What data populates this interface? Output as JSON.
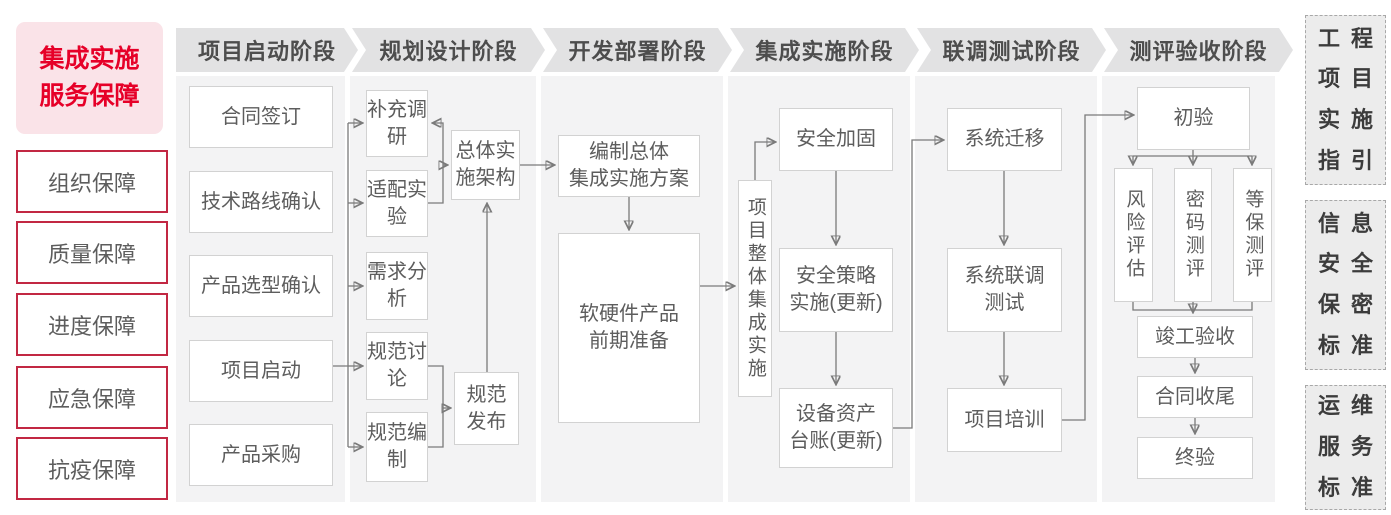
{
  "sidebar_left": {
    "title": "集成实施\n服务保障",
    "items": [
      "组织保障",
      "质量保障",
      "进度保障",
      "应急保障",
      "抗疫保障"
    ]
  },
  "phases": [
    {
      "label": "项目启动阶段",
      "boxes": [
        "合同签订",
        "技术路线确认",
        "产品选型确认",
        "项目启动",
        "产品采购"
      ]
    },
    {
      "label": "规划设计阶段",
      "boxes": [
        "补充调研",
        "适配实验",
        "需求分析",
        "规范讨论",
        "规范编制",
        "总体实\n施架构",
        "规范\n发布"
      ]
    },
    {
      "label": "开发部署阶段",
      "boxes": [
        "编制总体\n集成实施方案",
        "软硬件产品\n前期准备"
      ]
    },
    {
      "label": "集成实施阶段",
      "boxes": [
        "项目整体集成实施",
        "安全加固",
        "安全策略\n实施(更新)",
        "设备资产\n台账(更新)"
      ]
    },
    {
      "label": "联调测试阶段",
      "boxes": [
        "系统迁移",
        "系统联调\n测试",
        "项目培训"
      ]
    },
    {
      "label": "测评验收阶段",
      "boxes": [
        "初验",
        "风险评估",
        "密码测评",
        "等保测评",
        "竣工验收",
        "合同收尾",
        "终验"
      ]
    }
  ],
  "sidebar_right": {
    "items": [
      "工程\n项目\n实施\n指引",
      "信息\n安全\n保密\n标准",
      "运维\n服务\n标准"
    ]
  },
  "colors": {
    "accent_red": "#e60028",
    "pink_bg": "#fae3e8",
    "red_border": "#c22843",
    "band_bg": "#e2e2e3",
    "panel_bg": "#f3f3f4",
    "node_border": "#d2d2d2",
    "node_text": "#5d5d5d",
    "connector": "#7a7a7a",
    "sidebar_right_bg": "#ececec"
  }
}
